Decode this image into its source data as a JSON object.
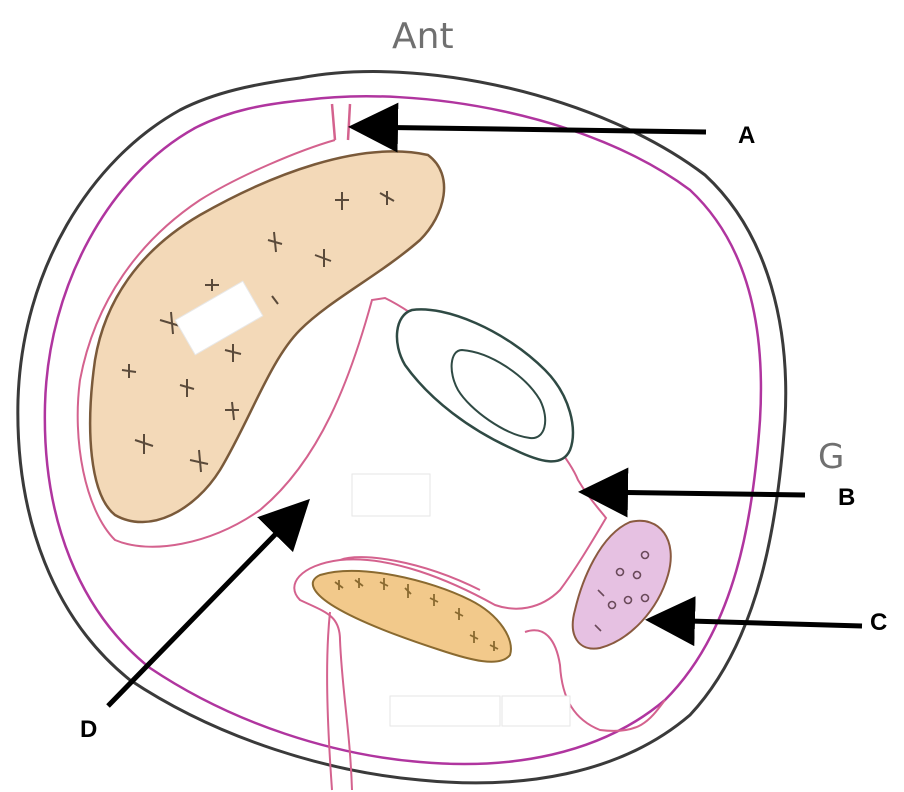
{
  "orientation": {
    "anterior": "Ant",
    "side": "G"
  },
  "labels": {
    "a": "A",
    "b": "B",
    "c": "C",
    "d": "D"
  },
  "colors": {
    "skin_outline": "#3a3a3a",
    "fascia_purple": "#b0359f",
    "fascia_pink": "#d4628e",
    "bone_outline": "#2f4a44",
    "compartment_fill_tan": "#f3d9b8",
    "compartment_fill_orange": "#f2c98b",
    "compartment_fill_pink": "#e6c1e2",
    "arrow": "#000000",
    "handwriting": "#666666"
  }
}
